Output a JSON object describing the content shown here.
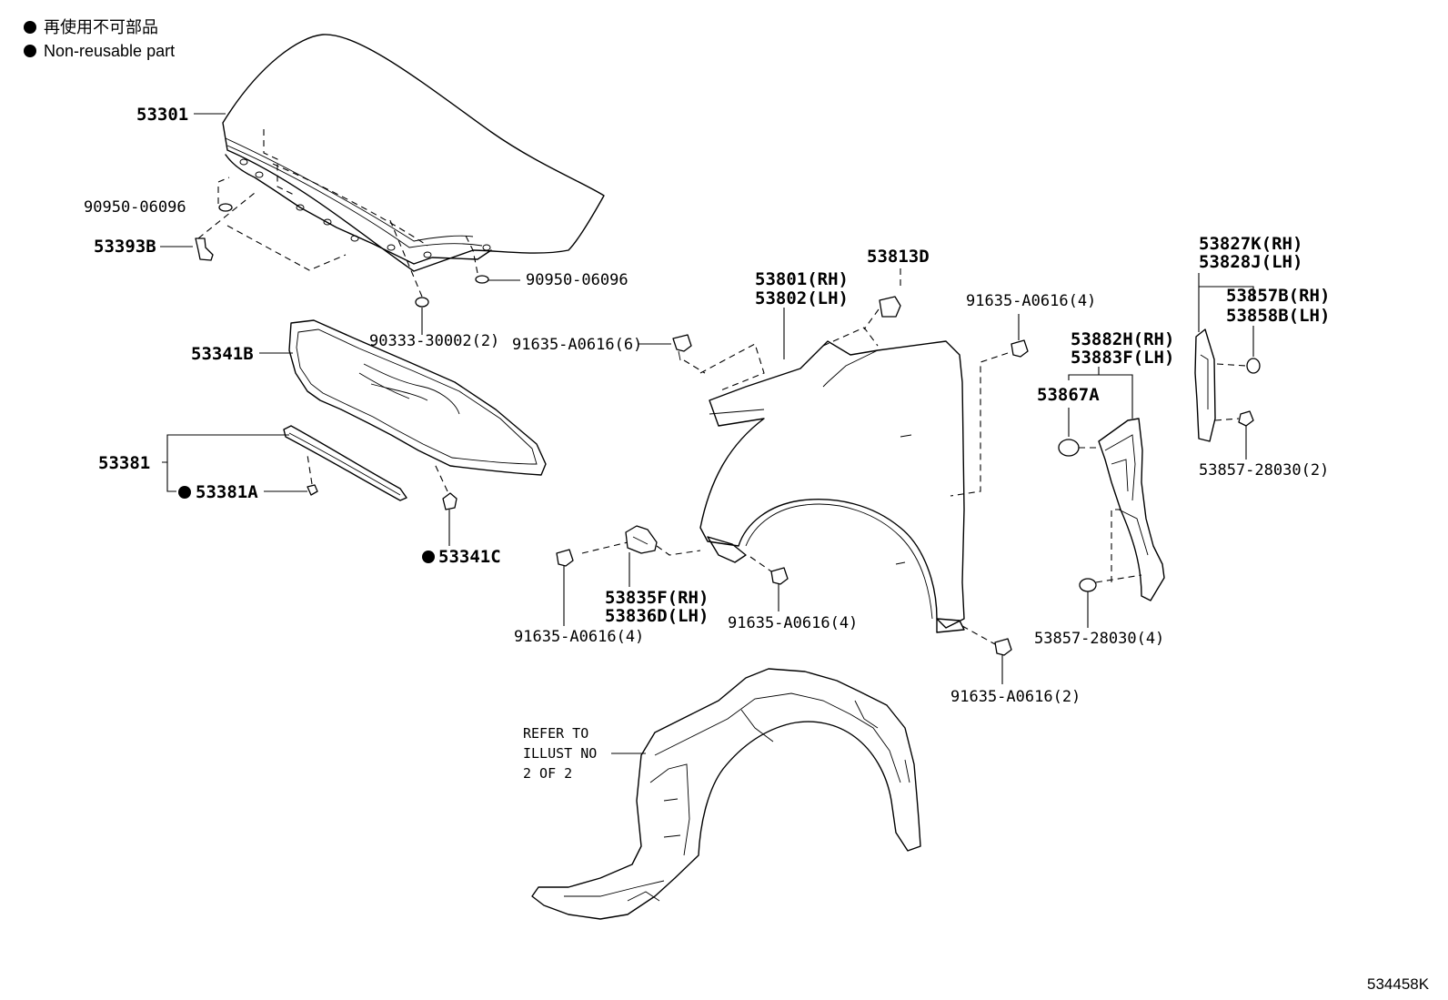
{
  "legend": [
    {
      "marker": "●",
      "text": "再使用不可部品"
    },
    {
      "marker": "●",
      "text": "Non-reusable part"
    }
  ],
  "callouts": {
    "hood": "53301",
    "grommet_left": "90950-06096",
    "clip_hood": "53393B",
    "grommet_right": "90950-06096",
    "insulator_clip": "90333-30002(2)",
    "hood_insulator": "53341B",
    "seal": "53381",
    "seal_clip": "53381A",
    "insulator_retainer": "53341C",
    "bolt_fender_top": "91635-A0616(6)",
    "fender_rh": "53801(RH)",
    "fender_lh": "53802(LH)",
    "fender_cap": "53813D",
    "bolt_fender_rear": "91635-A0616(4)",
    "bracket_rh": "53835F(RH)",
    "bracket_lh": "53836D(LH)",
    "bolt_bracket": "91635-A0616(4)",
    "bolt_fender_lower": "91635-A0616(4)",
    "bolt_fender_bottom": "91635-A0616(2)",
    "seal_rh": "53882H(RH)",
    "seal_lh": "53883F(LH)",
    "seal_clip_b": "53867A",
    "seal_clip_c": "53857-28030(4)",
    "protector_rh": "53827K(RH)",
    "protector_lh": "53828J(LH)",
    "protector_clip_rh": "53857B(RH)",
    "protector_clip_lh": "53858B(LH)",
    "protector_clip": "53857-28030(2)",
    "liner_ref_1": "REFER TO",
    "liner_ref_2": "ILLUST NO",
    "liner_ref_3": "2 OF 2"
  },
  "illustration_code": "534458K"
}
